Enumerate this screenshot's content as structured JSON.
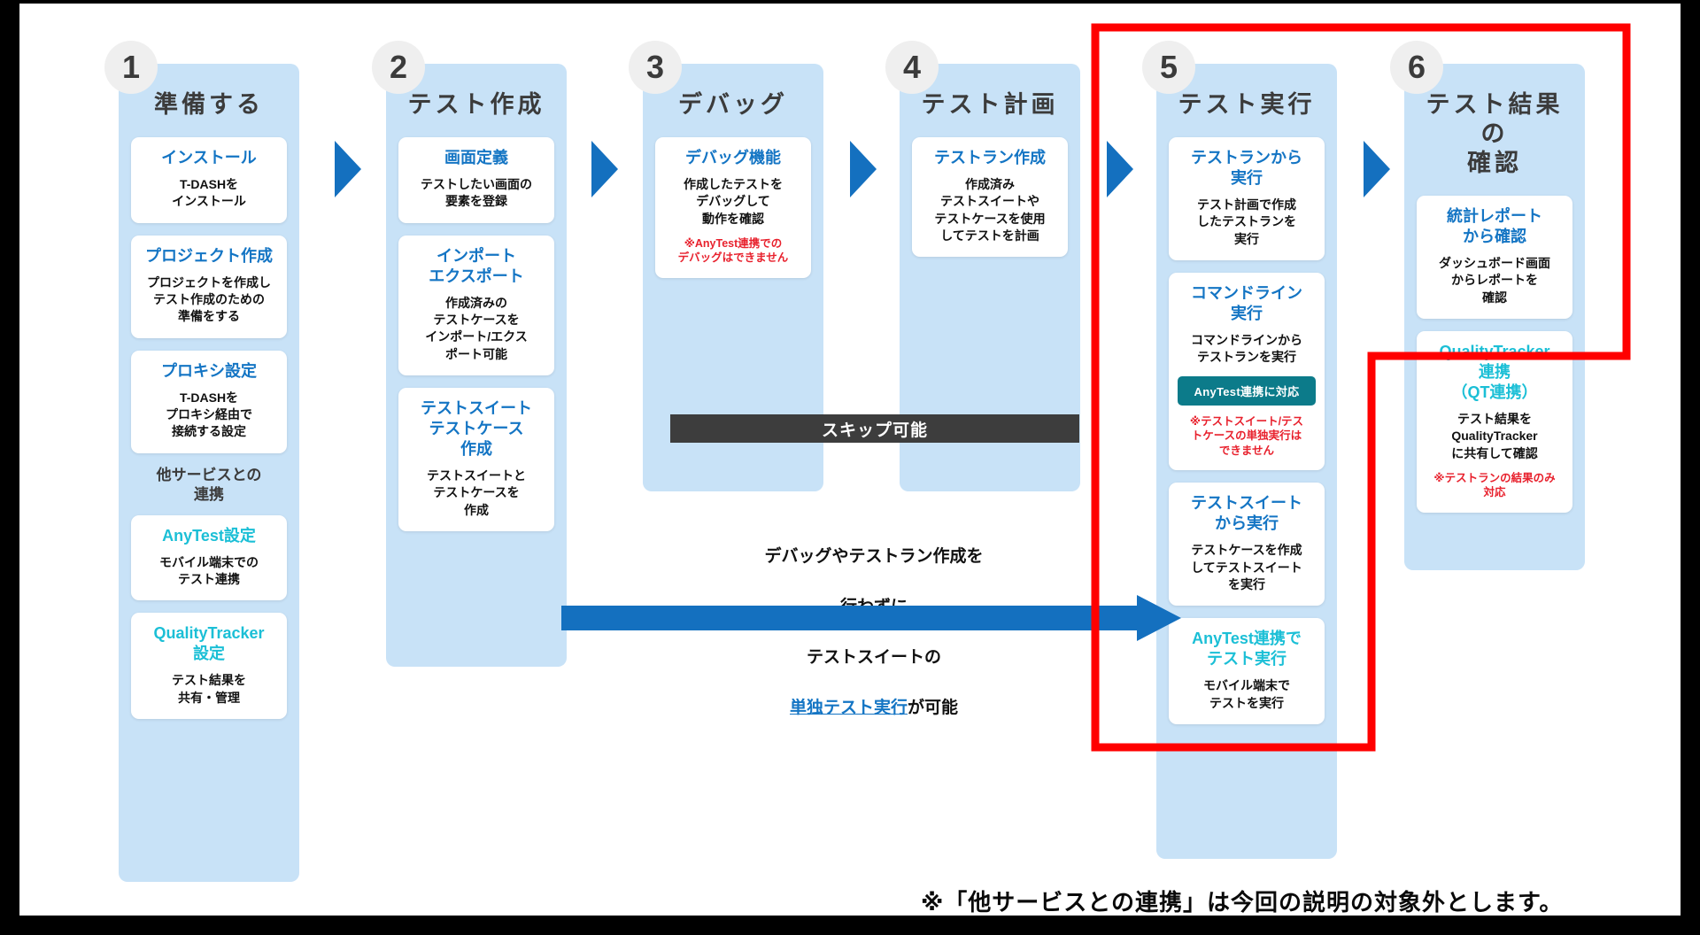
{
  "diagram": {
    "title_note": "※「他サービスとの連携」は今回の説明の対象外とします。",
    "skip_banner": "スキップ可能",
    "center_note_line1": "デバッグやテストラン作成を",
    "center_note_line2": "行わずに",
    "center_note_line3": "テストスイートの",
    "center_note_link": "単独テスト実行",
    "center_note_tail": "が可能",
    "colors": {
      "column_bg": "#c8e2f7",
      "card_bg": "#ffffff",
      "accent_blue": "#1475c4",
      "accent_cyan": "#1bbfd6",
      "note_red": "#e8212d",
      "highlight_red": "#ff0000",
      "pill_teal": "#0c7b8a",
      "banner_dark": "#3d3d3d",
      "arrow_blue": "#1470bf",
      "badge_grey": "#efefef"
    }
  },
  "columns": [
    {
      "number": "1",
      "title": "準備する",
      "cards": [
        {
          "title": "インストール",
          "title_color": "blue",
          "desc": "T-DASHを\nインストール"
        },
        {
          "title": "プロジェクト作成",
          "title_color": "blue",
          "desc": "プロジェクトを作成し\nテスト作成のための\n準備をする"
        },
        {
          "title": "プロキシ設定",
          "title_color": "blue",
          "desc": "T-DASHを\nプロキシ経由で\n接続する設定"
        }
      ],
      "group_label": "他サービスとの\n連携",
      "group_cards": [
        {
          "title": "AnyTest設定",
          "title_color": "cyan",
          "desc": "モバイル端末での\nテスト連携"
        },
        {
          "title": "QualityTracker\n設定",
          "title_color": "cyan",
          "desc": "テスト結果を\n共有・管理"
        }
      ]
    },
    {
      "number": "2",
      "title": "テスト作成",
      "cards": [
        {
          "title": "画面定義",
          "title_color": "blue",
          "desc": "テストしたい画面の\n要素を登録"
        },
        {
          "title": "インポート\nエクスポート",
          "title_color": "blue",
          "desc": "作成済みの\nテストケースを\nインポート/エクス\nポート可能"
        },
        {
          "title": "テストスイート\nテストケース\n作成",
          "title_color": "blue",
          "desc": "テストスイートと\nテストケースを\n作成"
        }
      ]
    },
    {
      "number": "3",
      "title": "デバッグ",
      "cards": [
        {
          "title": "デバッグ機能",
          "title_color": "blue",
          "desc": "作成したテストを\nデバッグして\n動作を確認",
          "note": "※AnyTest連携での\nデバッグはできません"
        }
      ]
    },
    {
      "number": "4",
      "title": "テスト計画",
      "cards": [
        {
          "title": "テストラン作成",
          "title_color": "blue",
          "desc": "作成済み\nテストスイートや\nテストケースを使用\nしてテストを計画"
        }
      ]
    },
    {
      "number": "5",
      "title": "テスト実行",
      "cards": [
        {
          "title": "テストランから\n実行",
          "title_color": "blue",
          "desc": "テスト計画で作成\nしたテストランを\n実行"
        },
        {
          "title": "コマンドライン\n実行",
          "title_color": "blue",
          "desc": "コマンドラインから\nテストランを実行",
          "pill": "AnyTest連携に対応",
          "note": "※テストスイート/テス\nトケースの単独実行は\nできません"
        },
        {
          "title": "テストスイート\nから実行",
          "title_color": "blue",
          "desc": "テストケースを作成\nしてテストスイート\nを実行"
        },
        {
          "title": "AnyTest連携で\nテスト実行",
          "title_color": "cyan",
          "desc": "モバイル端末で\nテストを実行"
        }
      ]
    },
    {
      "number": "6",
      "title": "テスト結果の\n確認",
      "cards": [
        {
          "title": "統計レポート\nから確認",
          "title_color": "blue",
          "desc": "ダッシュボード画面\nからレポートを\n確認"
        },
        {
          "title": "QualityTracker\n連携\n（QT連携）",
          "title_color": "cyan",
          "desc": "テスト結果を\nQualityTracker\nに共有して確認",
          "note": "※テストランの結果のみ\n対応"
        }
      ]
    }
  ]
}
